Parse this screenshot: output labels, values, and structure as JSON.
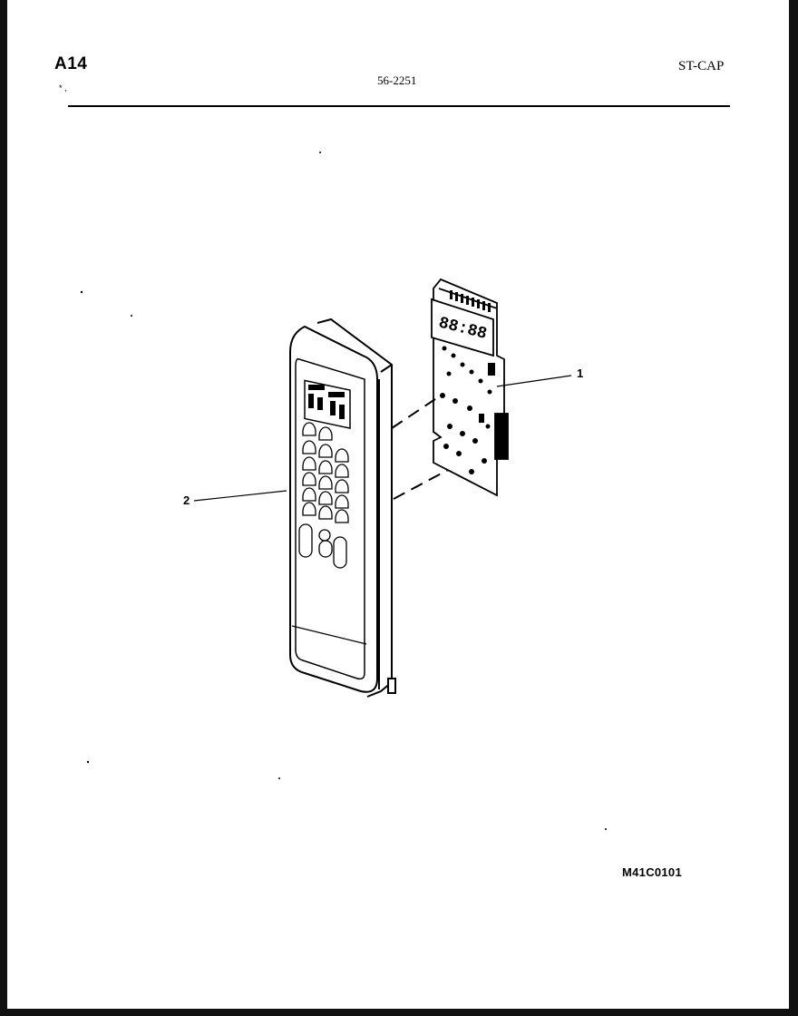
{
  "header": {
    "section_code": "A14",
    "part_number": "56-2251",
    "model_code": "ST-CAP",
    "corner_marks": "* ,"
  },
  "callouts": [
    {
      "label": "1"
    },
    {
      "label": "2"
    }
  ],
  "footer": {
    "drawing_code": "M41C0101"
  },
  "display": {
    "digits": "88:88"
  }
}
